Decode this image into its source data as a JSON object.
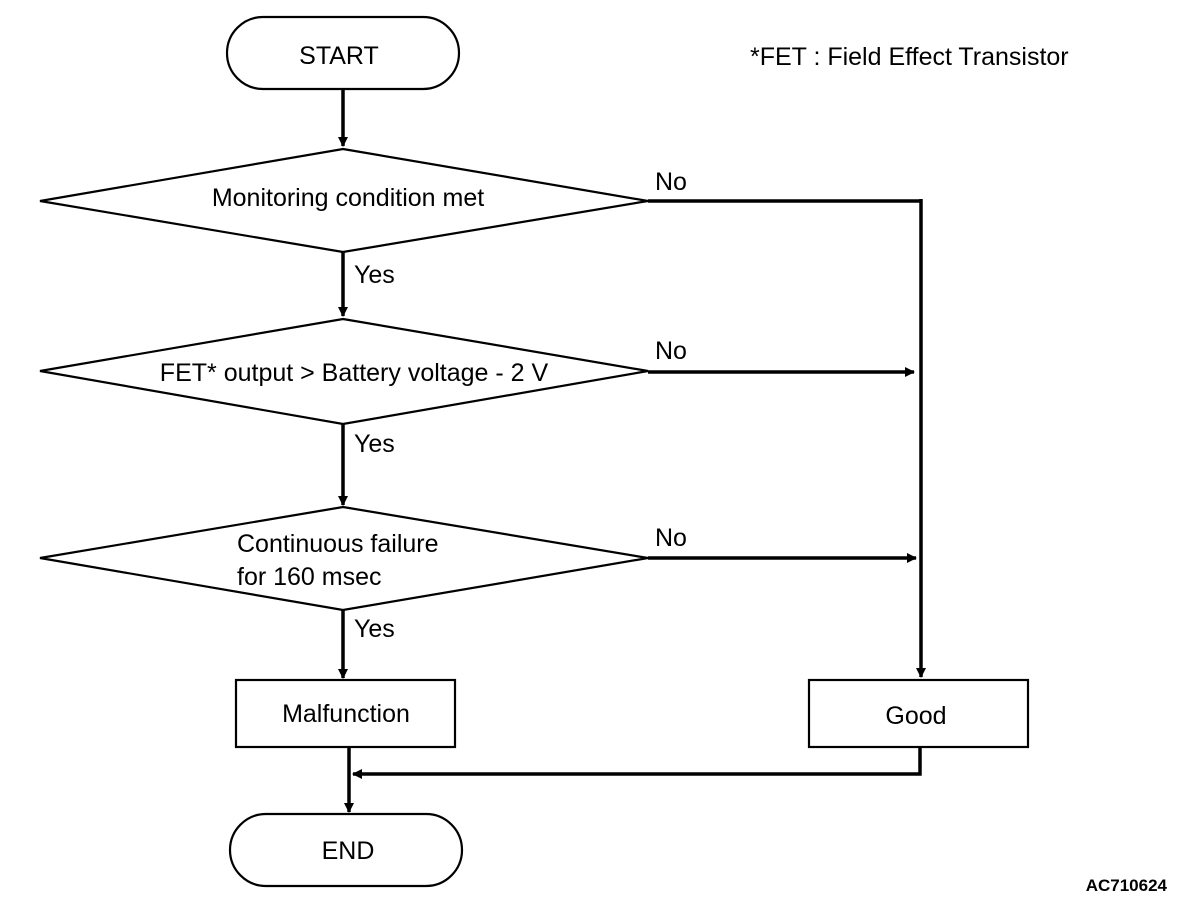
{
  "note": "*FET : Field Effect Transistor",
  "figure_code": "AC710624",
  "nodes": {
    "start": "START",
    "decision_1": "Monitoring condition met",
    "decision_2": "FET* output > Battery voltage - 2 V",
    "decision_3_line1": "Continuous failure",
    "decision_3_line2": "for 160 msec",
    "malfunction": "Malfunction",
    "good": "Good",
    "end": "END"
  },
  "branch_labels": {
    "d1_no": "No",
    "d1_yes": "Yes",
    "d2_no": "No",
    "d2_yes": "Yes",
    "d3_no": "No",
    "d3_yes": "Yes"
  }
}
